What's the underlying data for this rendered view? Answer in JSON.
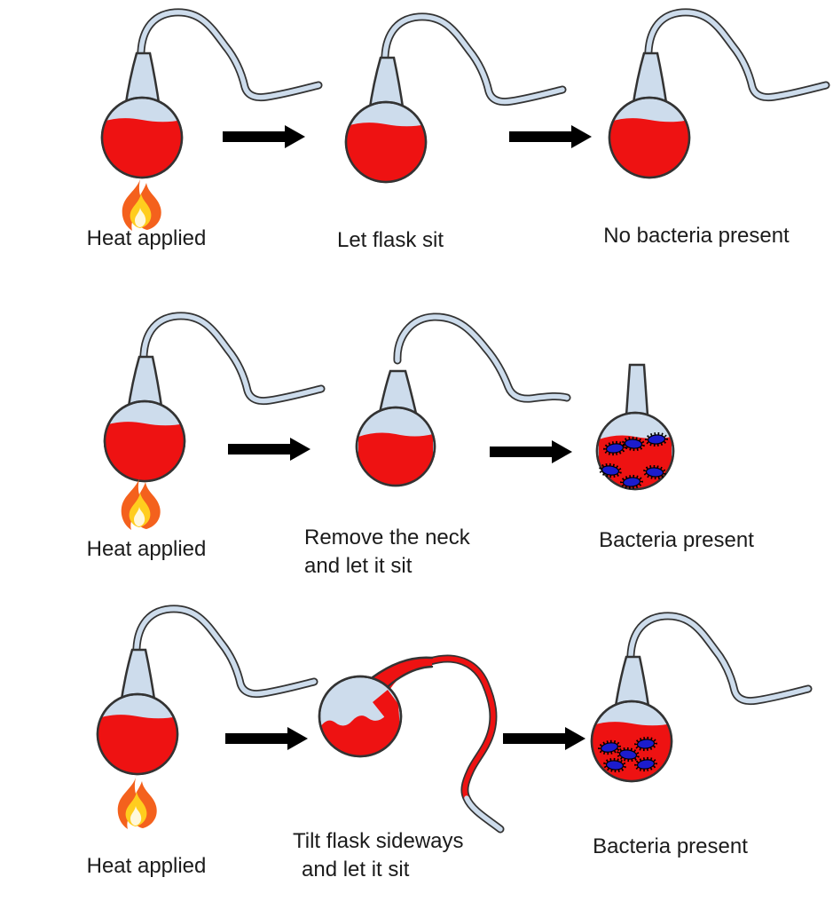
{
  "colors": {
    "background": "#ffffff",
    "glass": "#cddcec",
    "outline": "#333333",
    "liquid": "#ee1212",
    "bacteria": "#1c1ccd",
    "flame_outer": "#f4611d",
    "flame_mid": "#ffcd1e",
    "flame_core": "#fff8dc",
    "arrow": "#000000",
    "text": "#1b1b1b"
  },
  "rows": [
    {
      "steps": [
        {
          "label": "Heat applied"
        },
        {
          "label": "Let flask sit"
        },
        {
          "label": "No bacteria present"
        }
      ]
    },
    {
      "steps": [
        {
          "label": "Heat applied"
        },
        {
          "label": "Remove the neck",
          "label_line2": "and let it sit"
        },
        {
          "label": "Bacteria present"
        }
      ]
    },
    {
      "steps": [
        {
          "label": "Heat applied"
        },
        {
          "label": "Tilt flask sideways",
          "label_line2": "and let it sit"
        },
        {
          "label": "Bacteria present"
        }
      ]
    }
  ]
}
